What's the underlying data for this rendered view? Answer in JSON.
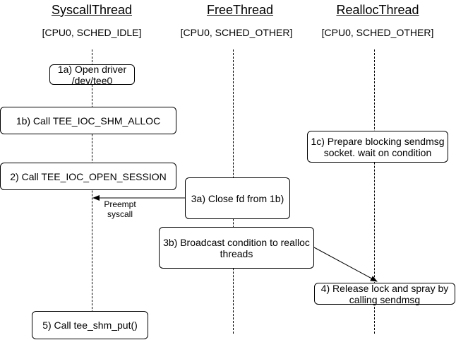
{
  "lanes": [
    {
      "title": "SyscallThread",
      "subtitle": "[CPU0, SCHED_IDLE]"
    },
    {
      "title": "FreeThread",
      "subtitle": "[CPU0, SCHED_OTHER]"
    },
    {
      "title": "ReallocThread",
      "subtitle": "[CPU0, SCHED_OTHER]"
    }
  ],
  "steps": {
    "s1a": "1a) Open driver\n/dev/tee0",
    "s1b": "1b) Call TEE_IOC_SHM_ALLOC",
    "s1c": "1c) Prepare blocking sendmsg\nsocket. wait on condition",
    "s2": "2) Call TEE_IOC_OPEN_SESSION",
    "s3a": "3a) Close fd from 1b)",
    "s3b": "3b) Broadcast condition to realloc\nthreads",
    "s4": "4) Release lock and spray by\ncalling sendmsg",
    "s5": "5) Call tee_shm_put()"
  },
  "arrow_labels": {
    "preempt": "Preempt\nsyscall"
  }
}
